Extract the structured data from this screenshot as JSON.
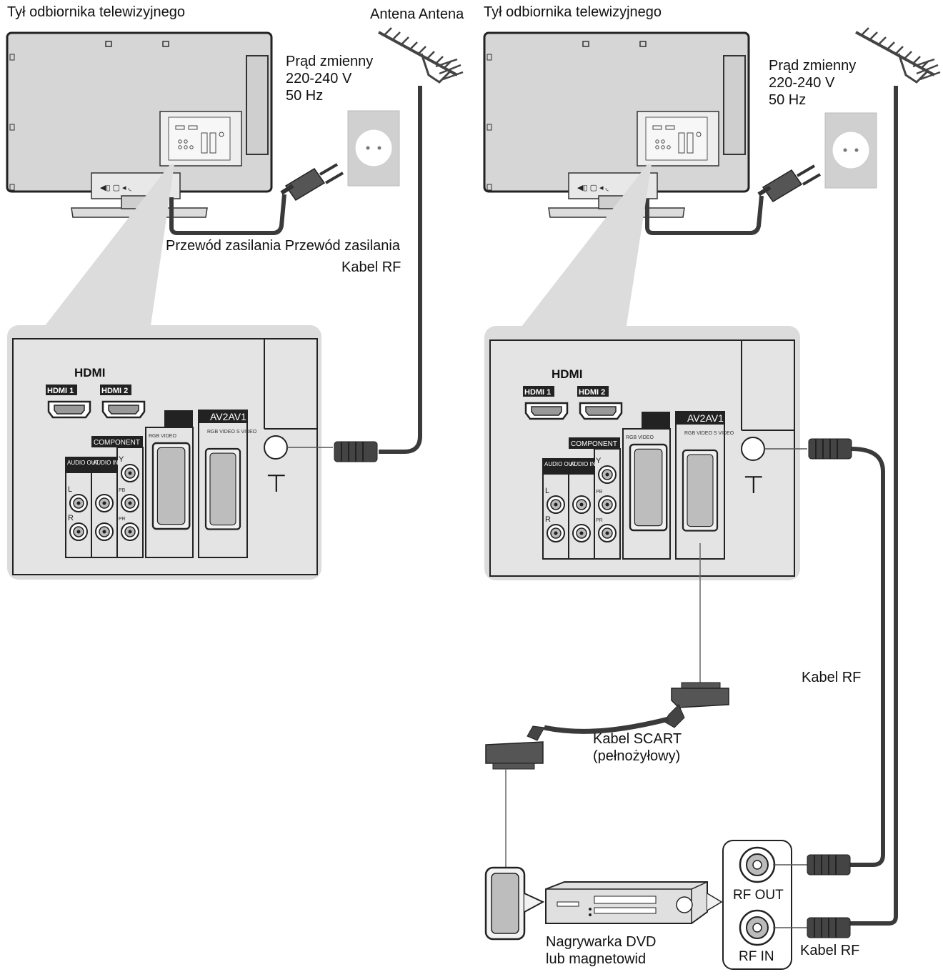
{
  "labels": {
    "tv_back_left": "Tył odbiornika telewizyjnego",
    "tv_back_right": "Tył odbiornika telewizyjnego",
    "antenna_top": "Antena Antena",
    "ac_power_left": "Prąd zmienny\n220-240 V\n50 Hz",
    "ac_power_right": "Prąd zmienny\n220-240 V\n50 Hz",
    "power_cord": "Przewód zasilania Przewód zasilania",
    "rf_cable_top": "Kabel RF",
    "rf_cable_mid": "Kabel RF",
    "rf_cable_bottom": "Kabel RF",
    "scart_cable": "Kabel SCART\n(pełnożyłowy)",
    "recorder": "Nagrywarka DVD\nlub magnetowid",
    "rf_out": "RF OUT",
    "rf_in": "RF IN"
  },
  "panel": {
    "hdmi_logo": "HDMI",
    "hdmi1": "HDMI 1",
    "hdmi2": "HDMI 2",
    "component": "COMPONENT",
    "audio_out": "AUDIO OUT",
    "audio_in": "AUDIO IN",
    "av2": "AV2",
    "av1": "AV1",
    "port_l": "L",
    "port_r": "R",
    "port_y": "Y",
    "port_pb": "PB",
    "port_pr": "PR",
    "rgb_video": "RGB VIDEO",
    "rgb_video_svideo": "RGB VIDEO S VIDEO"
  },
  "colors": {
    "panel_fill": "#dcdcdc",
    "tv_fill": "#d6d6d6",
    "cable": "#3a3a3a",
    "outline": "#222222"
  }
}
